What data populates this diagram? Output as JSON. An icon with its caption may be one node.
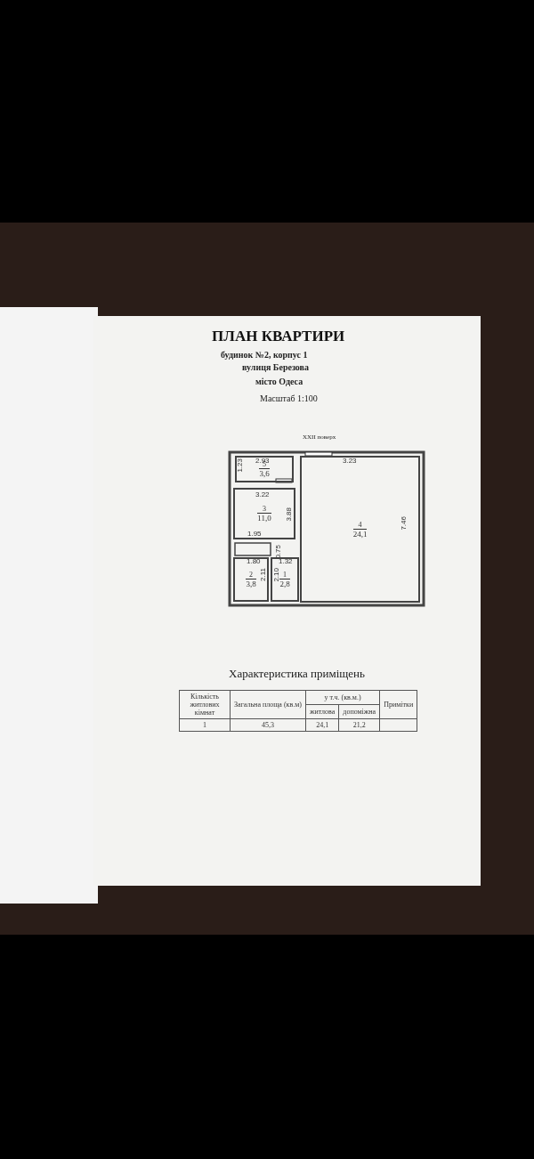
{
  "diagram": {
    "title": "ПЛАН КВАРТИРИ",
    "nodes": [
      {
        "text": [
          "5",
          "3,6"
        ]
      },
      {
        "text": [
          "3",
          "11,0"
        ]
      },
      {
        "text": [
          "4",
          "24,1"
        ]
      },
      {
        "text": [
          "2",
          "3,8"
        ]
      },
      {
        "text": [
          "1",
          "2,8"
        ]
      }
    ],
    "edges": [],
    "labels": [
      "будинок №2, корпус 1",
      "вулиця Березова",
      "місто Одеса",
      "Масштаб 1:100",
      "XXII поверх",
      "2.93",
      "1.23",
      "3.23",
      "3.22",
      "3.88",
      "7.46",
      "1.95",
      "0.75",
      "1.80",
      "1.32",
      "2.11",
      "2.10",
      "Характеристика приміщень",
      "Кількість житлових кімнат",
      "Загальна площа (кв.м)",
      "у т.ч. (кв.м.)",
      "Примітки",
      "житлова",
      "допоміжна",
      "1",
      "45,3",
      "24,1",
      "21,2"
    ]
  }
}
